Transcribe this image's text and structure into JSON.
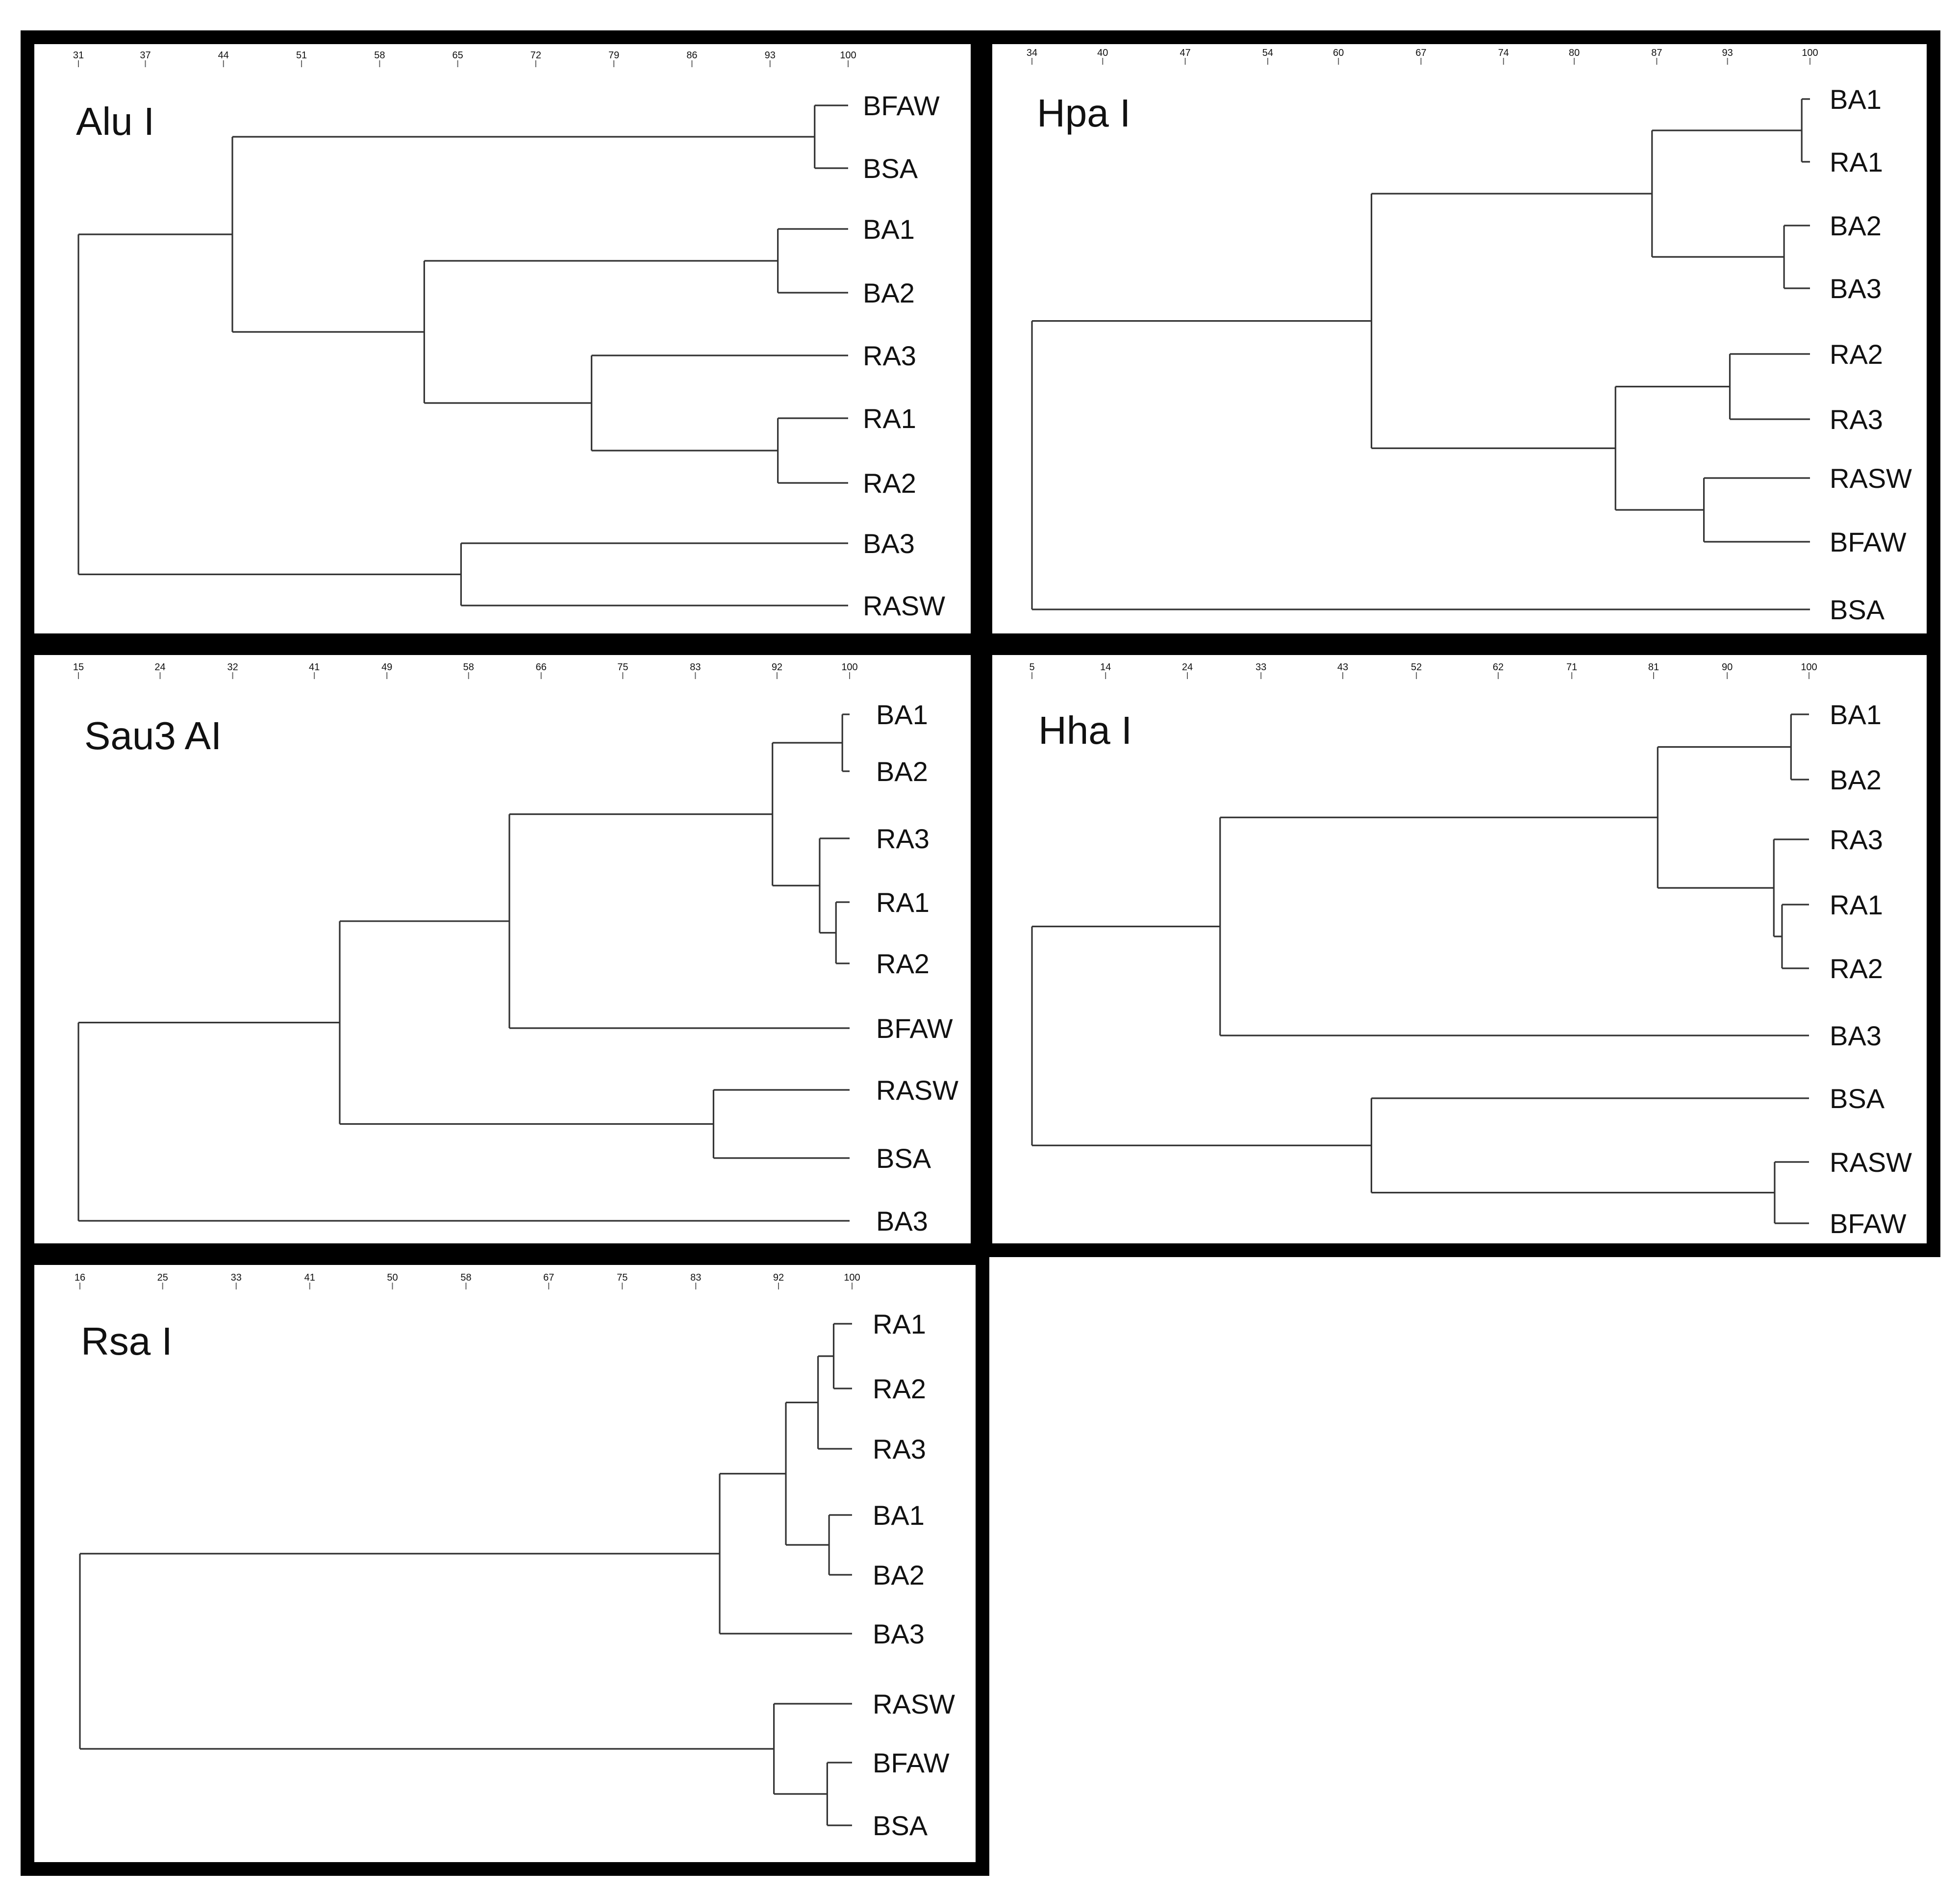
{
  "figure": {
    "panels": [
      {
        "id": "alu",
        "title": "Alu I",
        "axis": {
          "min": 31,
          "max": 100,
          "ticks": [
            31,
            37,
            44,
            51,
            58,
            65,
            72,
            79,
            86,
            93,
            100
          ]
        },
        "leaves": [
          "BFAW",
          "BSA",
          "BA1",
          "BA2",
          "RA3",
          "RA1",
          "RA2",
          "BA3",
          "RASW"
        ],
        "merges": [
          {
            "members": [
              "BFAW",
              "BSA"
            ],
            "similarity": 97
          },
          {
            "members": [
              "BA1",
              "BA2"
            ],
            "similarity": 93.7
          },
          {
            "members": [
              "RA1",
              "RA2"
            ],
            "similarity": 93.7
          },
          {
            "members": [
              "RA3",
              "RA1",
              "RA2"
            ],
            "similarity": 77
          },
          {
            "members": [
              "BA1",
              "BA2",
              "RA3",
              "RA1",
              "RA2"
            ],
            "similarity": 62
          },
          {
            "members": [
              "BFAW",
              "BSA",
              "BA1",
              "BA2",
              "RA3",
              "RA1",
              "RA2"
            ],
            "similarity": 44.8
          },
          {
            "members": [
              "BA3",
              "RASW"
            ],
            "similarity": 65.3
          },
          {
            "members": [
              "BFAW",
              "BSA",
              "BA1",
              "BA2",
              "RA3",
              "RA1",
              "RA2",
              "BA3",
              "RASW"
            ],
            "similarity": 31
          }
        ]
      },
      {
        "id": "hpa",
        "title": "Hpa I",
        "axis": {
          "min": 34,
          "max": 100,
          "ticks": [
            34,
            40,
            47,
            54,
            60,
            67,
            74,
            80,
            87,
            93,
            100
          ]
        },
        "leaves": [
          "BA1",
          "RA1",
          "BA2",
          "BA3",
          "RA2",
          "RA3",
          "RASW",
          "BFAW",
          "BSA"
        ],
        "merges": [
          {
            "members": [
              "BA1",
              "RA1"
            ],
            "similarity": 99.3
          },
          {
            "members": [
              "BA2",
              "BA3"
            ],
            "similarity": 97.8
          },
          {
            "members": [
              "BA1",
              "RA1",
              "BA2",
              "BA3"
            ],
            "similarity": 86.6
          },
          {
            "members": [
              "RA2",
              "RA3"
            ],
            "similarity": 93.2
          },
          {
            "members": [
              "RASW",
              "BFAW"
            ],
            "similarity": 91
          },
          {
            "members": [
              "RA2",
              "RA3",
              "RASW",
              "BFAW"
            ],
            "similarity": 83.5
          },
          {
            "members": [
              "BA1",
              "RA1",
              "BA2",
              "BA3",
              "RA2",
              "RA3",
              "RASW",
              "BFAW"
            ],
            "similarity": 62.8
          },
          {
            "members": [
              "BA1",
              "RA1",
              "BA2",
              "BA3",
              "RA2",
              "RA3",
              "RASW",
              "BFAW",
              "BSA"
            ],
            "similarity": 34
          }
        ]
      },
      {
        "id": "sau3",
        "title": "Sau3 AI",
        "axis": {
          "min": 15,
          "max": 100,
          "ticks": [
            15,
            24,
            32,
            41,
            49,
            58,
            66,
            75,
            83,
            92,
            100
          ]
        },
        "leaves": [
          "BA1",
          "BA2",
          "RA3",
          "RA1",
          "RA2",
          "BFAW",
          "RASW",
          "BSA",
          "BA3"
        ],
        "merges": [
          {
            "members": [
              "BA1",
              "BA2"
            ],
            "similarity": 99.2
          },
          {
            "members": [
              "RA1",
              "RA2"
            ],
            "similarity": 98.5
          },
          {
            "members": [
              "RA3",
              "RA1",
              "RA2"
            ],
            "similarity": 96.7
          },
          {
            "members": [
              "BA1",
              "BA2",
              "RA3",
              "RA1",
              "RA2"
            ],
            "similarity": 91.5
          },
          {
            "members": [
              "BA1",
              "BA2",
              "RA3",
              "RA1",
              "RA2",
              "BFAW"
            ],
            "similarity": 62.5
          },
          {
            "members": [
              "RASW",
              "BSA"
            ],
            "similarity": 85
          },
          {
            "members": [
              "BA1",
              "BA2",
              "RA3",
              "RA1",
              "RA2",
              "BFAW",
              "RASW",
              "BSA"
            ],
            "similarity": 43.8
          },
          {
            "members": [
              "BA1",
              "BA2",
              "RA3",
              "RA1",
              "RA2",
              "BFAW",
              "RASW",
              "BSA",
              "BA3"
            ],
            "similarity": 15
          }
        ]
      },
      {
        "id": "hha",
        "title": "Hha I",
        "axis": {
          "min": 5,
          "max": 100,
          "ticks": [
            5,
            14,
            24,
            33,
            43,
            52,
            62,
            71,
            81,
            90,
            100
          ]
        },
        "leaves": [
          "BA1",
          "BA2",
          "RA3",
          "RA1",
          "RA2",
          "BA3",
          "BSA",
          "RASW",
          "BFAW"
        ],
        "merges": [
          {
            "members": [
              "BA1",
              "BA2"
            ],
            "similarity": 97.8
          },
          {
            "members": [
              "RA1",
              "RA2"
            ],
            "similarity": 96.7
          },
          {
            "members": [
              "RA3",
              "RA1",
              "RA2"
            ],
            "similarity": 95.7
          },
          {
            "members": [
              "BA1",
              "BA2",
              "RA3",
              "RA1",
              "RA2"
            ],
            "similarity": 81.5
          },
          {
            "members": [
              "BA1",
              "BA2",
              "RA3",
              "RA1",
              "RA2",
              "BA3"
            ],
            "similarity": 28
          },
          {
            "members": [
              "RASW",
              "BFAW"
            ],
            "similarity": 95.8
          },
          {
            "members": [
              "BSA",
              "RASW",
              "BFAW"
            ],
            "similarity": 46.5
          },
          {
            "members": [
              "BA1",
              "BA2",
              "RA3",
              "RA1",
              "RA2",
              "BA3",
              "BSA",
              "RASW",
              "BFAW"
            ],
            "similarity": 5
          }
        ]
      },
      {
        "id": "rsa",
        "title": "Rsa I",
        "axis": {
          "min": 16,
          "max": 100,
          "ticks": [
            16,
            25,
            33,
            41,
            50,
            58,
            67,
            75,
            83,
            92,
            100
          ]
        },
        "leaves": [
          "RA1",
          "RA2",
          "RA3",
          "BA1",
          "BA2",
          "BA3",
          "RASW",
          "BFAW",
          "BSA"
        ],
        "merges": [
          {
            "members": [
              "RA1",
              "RA2"
            ],
            "similarity": 98
          },
          {
            "members": [
              "RA1",
              "RA2",
              "RA3"
            ],
            "similarity": 96.3
          },
          {
            "members": [
              "BA1",
              "BA2"
            ],
            "similarity": 97.5
          },
          {
            "members": [
              "RA1",
              "RA2",
              "RA3",
              "BA1",
              "BA2"
            ],
            "similarity": 92.8
          },
          {
            "members": [
              "RA1",
              "RA2",
              "RA3",
              "BA1",
              "BA2",
              "BA3"
            ],
            "similarity": 85.6
          },
          {
            "members": [
              "BFAW",
              "BSA"
            ],
            "similarity": 97.3
          },
          {
            "members": [
              "RASW",
              "BFAW",
              "BSA"
            ],
            "similarity": 91.5
          },
          {
            "members": [
              "RA1",
              "RA2",
              "RA3",
              "BA1",
              "BA2",
              "BA3",
              "RASW",
              "BFAW",
              "BSA"
            ],
            "similarity": 16
          }
        ]
      }
    ]
  }
}
